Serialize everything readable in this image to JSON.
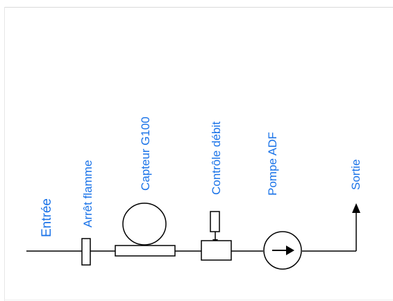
{
  "labels": {
    "entree": "Entrée",
    "arret_flamme": "Arrêt flamme",
    "capteur": "Capteur G100",
    "controle": "Contrôle débit",
    "pompe": "Pompe ADF",
    "sortie": "Sortie"
  },
  "colors": {
    "label": "#1a73e8",
    "line": "#000000"
  }
}
